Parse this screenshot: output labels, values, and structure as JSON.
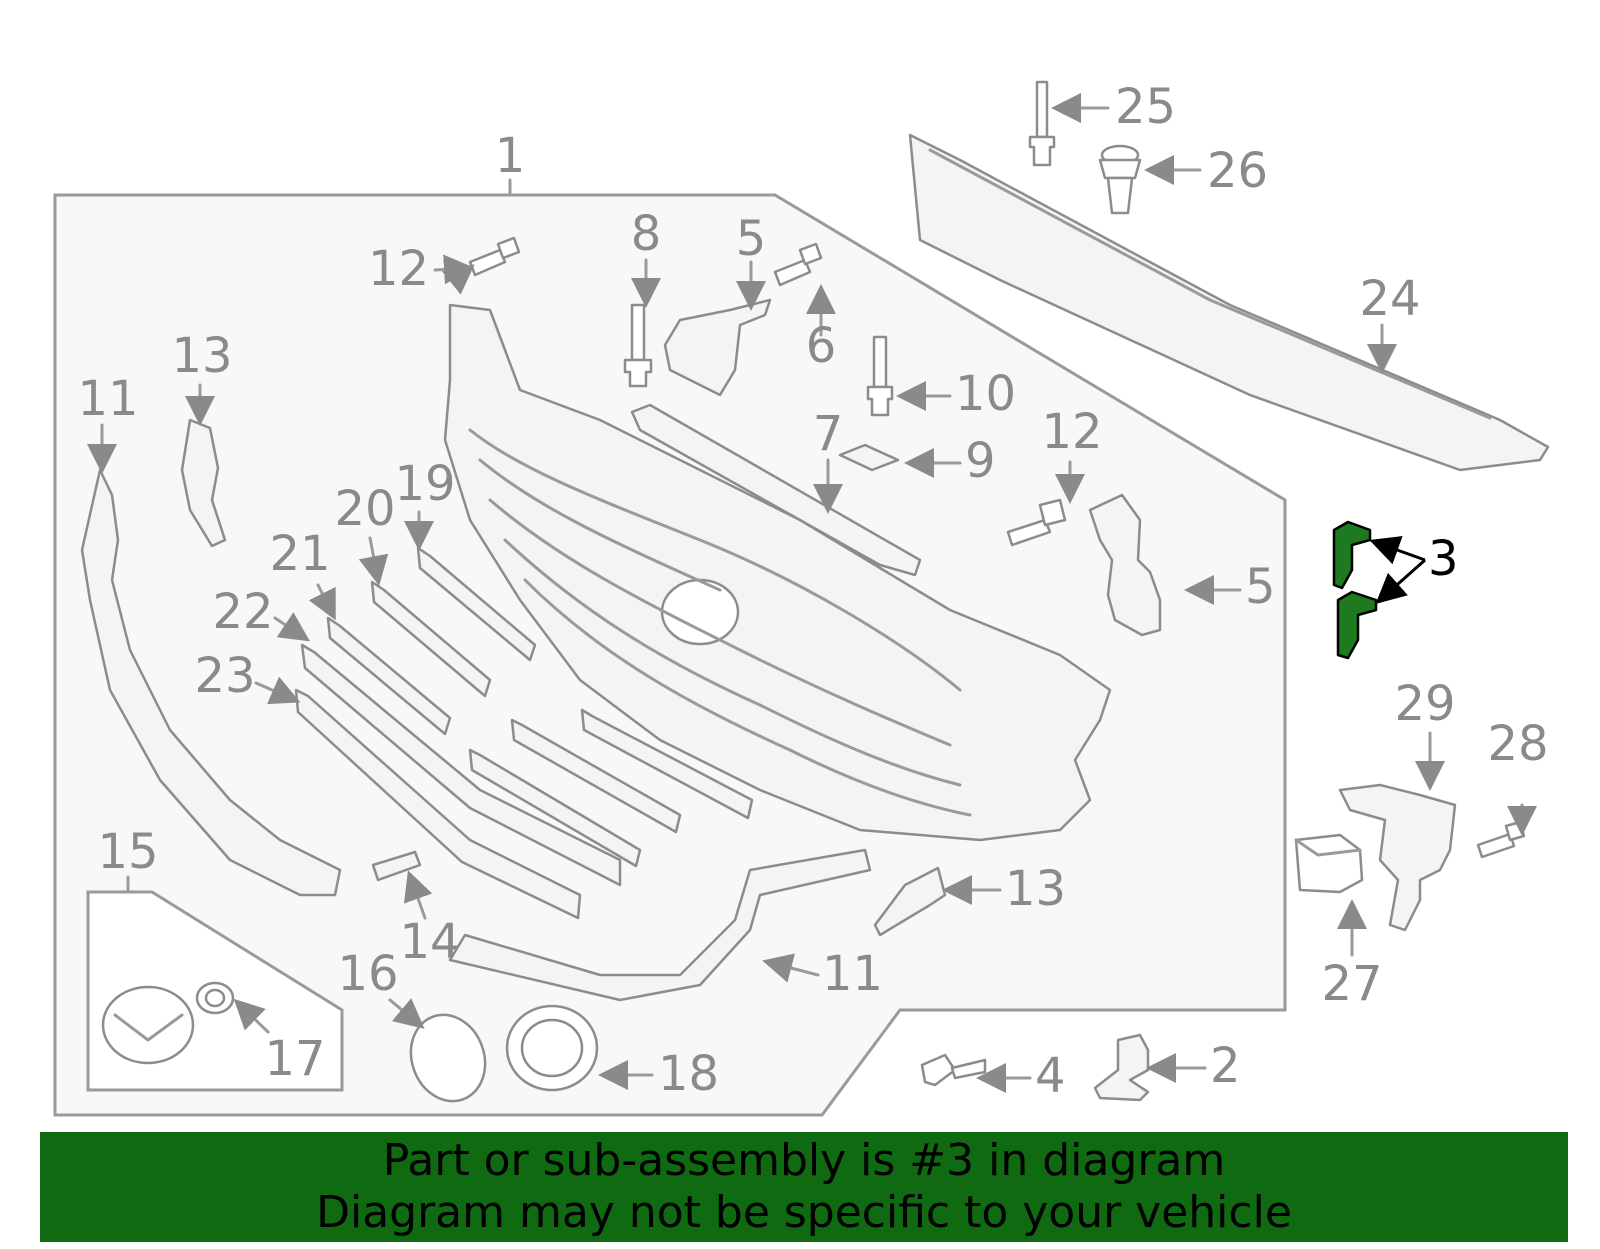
{
  "callouts": {
    "c1": "1",
    "c2": "2",
    "c3": "3",
    "c4": "4",
    "c5a": "5",
    "c5b": "5",
    "c6": "6",
    "c7": "7",
    "c8": "8",
    "c9": "9",
    "c10": "10",
    "c11a": "11",
    "c11b": "11",
    "c12a": "12",
    "c12b": "12",
    "c13a": "13",
    "c13b": "13",
    "c14": "14",
    "c15": "15",
    "c16": "16",
    "c17": "17",
    "c18": "18",
    "c19": "19",
    "c20": "20",
    "c21": "21",
    "c22": "22",
    "c23": "23",
    "c24": "24",
    "c25": "25",
    "c26": "26",
    "c27": "27",
    "c28": "28",
    "c29": "29"
  },
  "highlight": {
    "part_number": "3",
    "color": "#1f7a1f"
  },
  "banner": {
    "line1": "Part or sub-assembly is #3 in diagram",
    "line2": "Diagram may not be specific to your vehicle",
    "color": "#0f6a12"
  }
}
